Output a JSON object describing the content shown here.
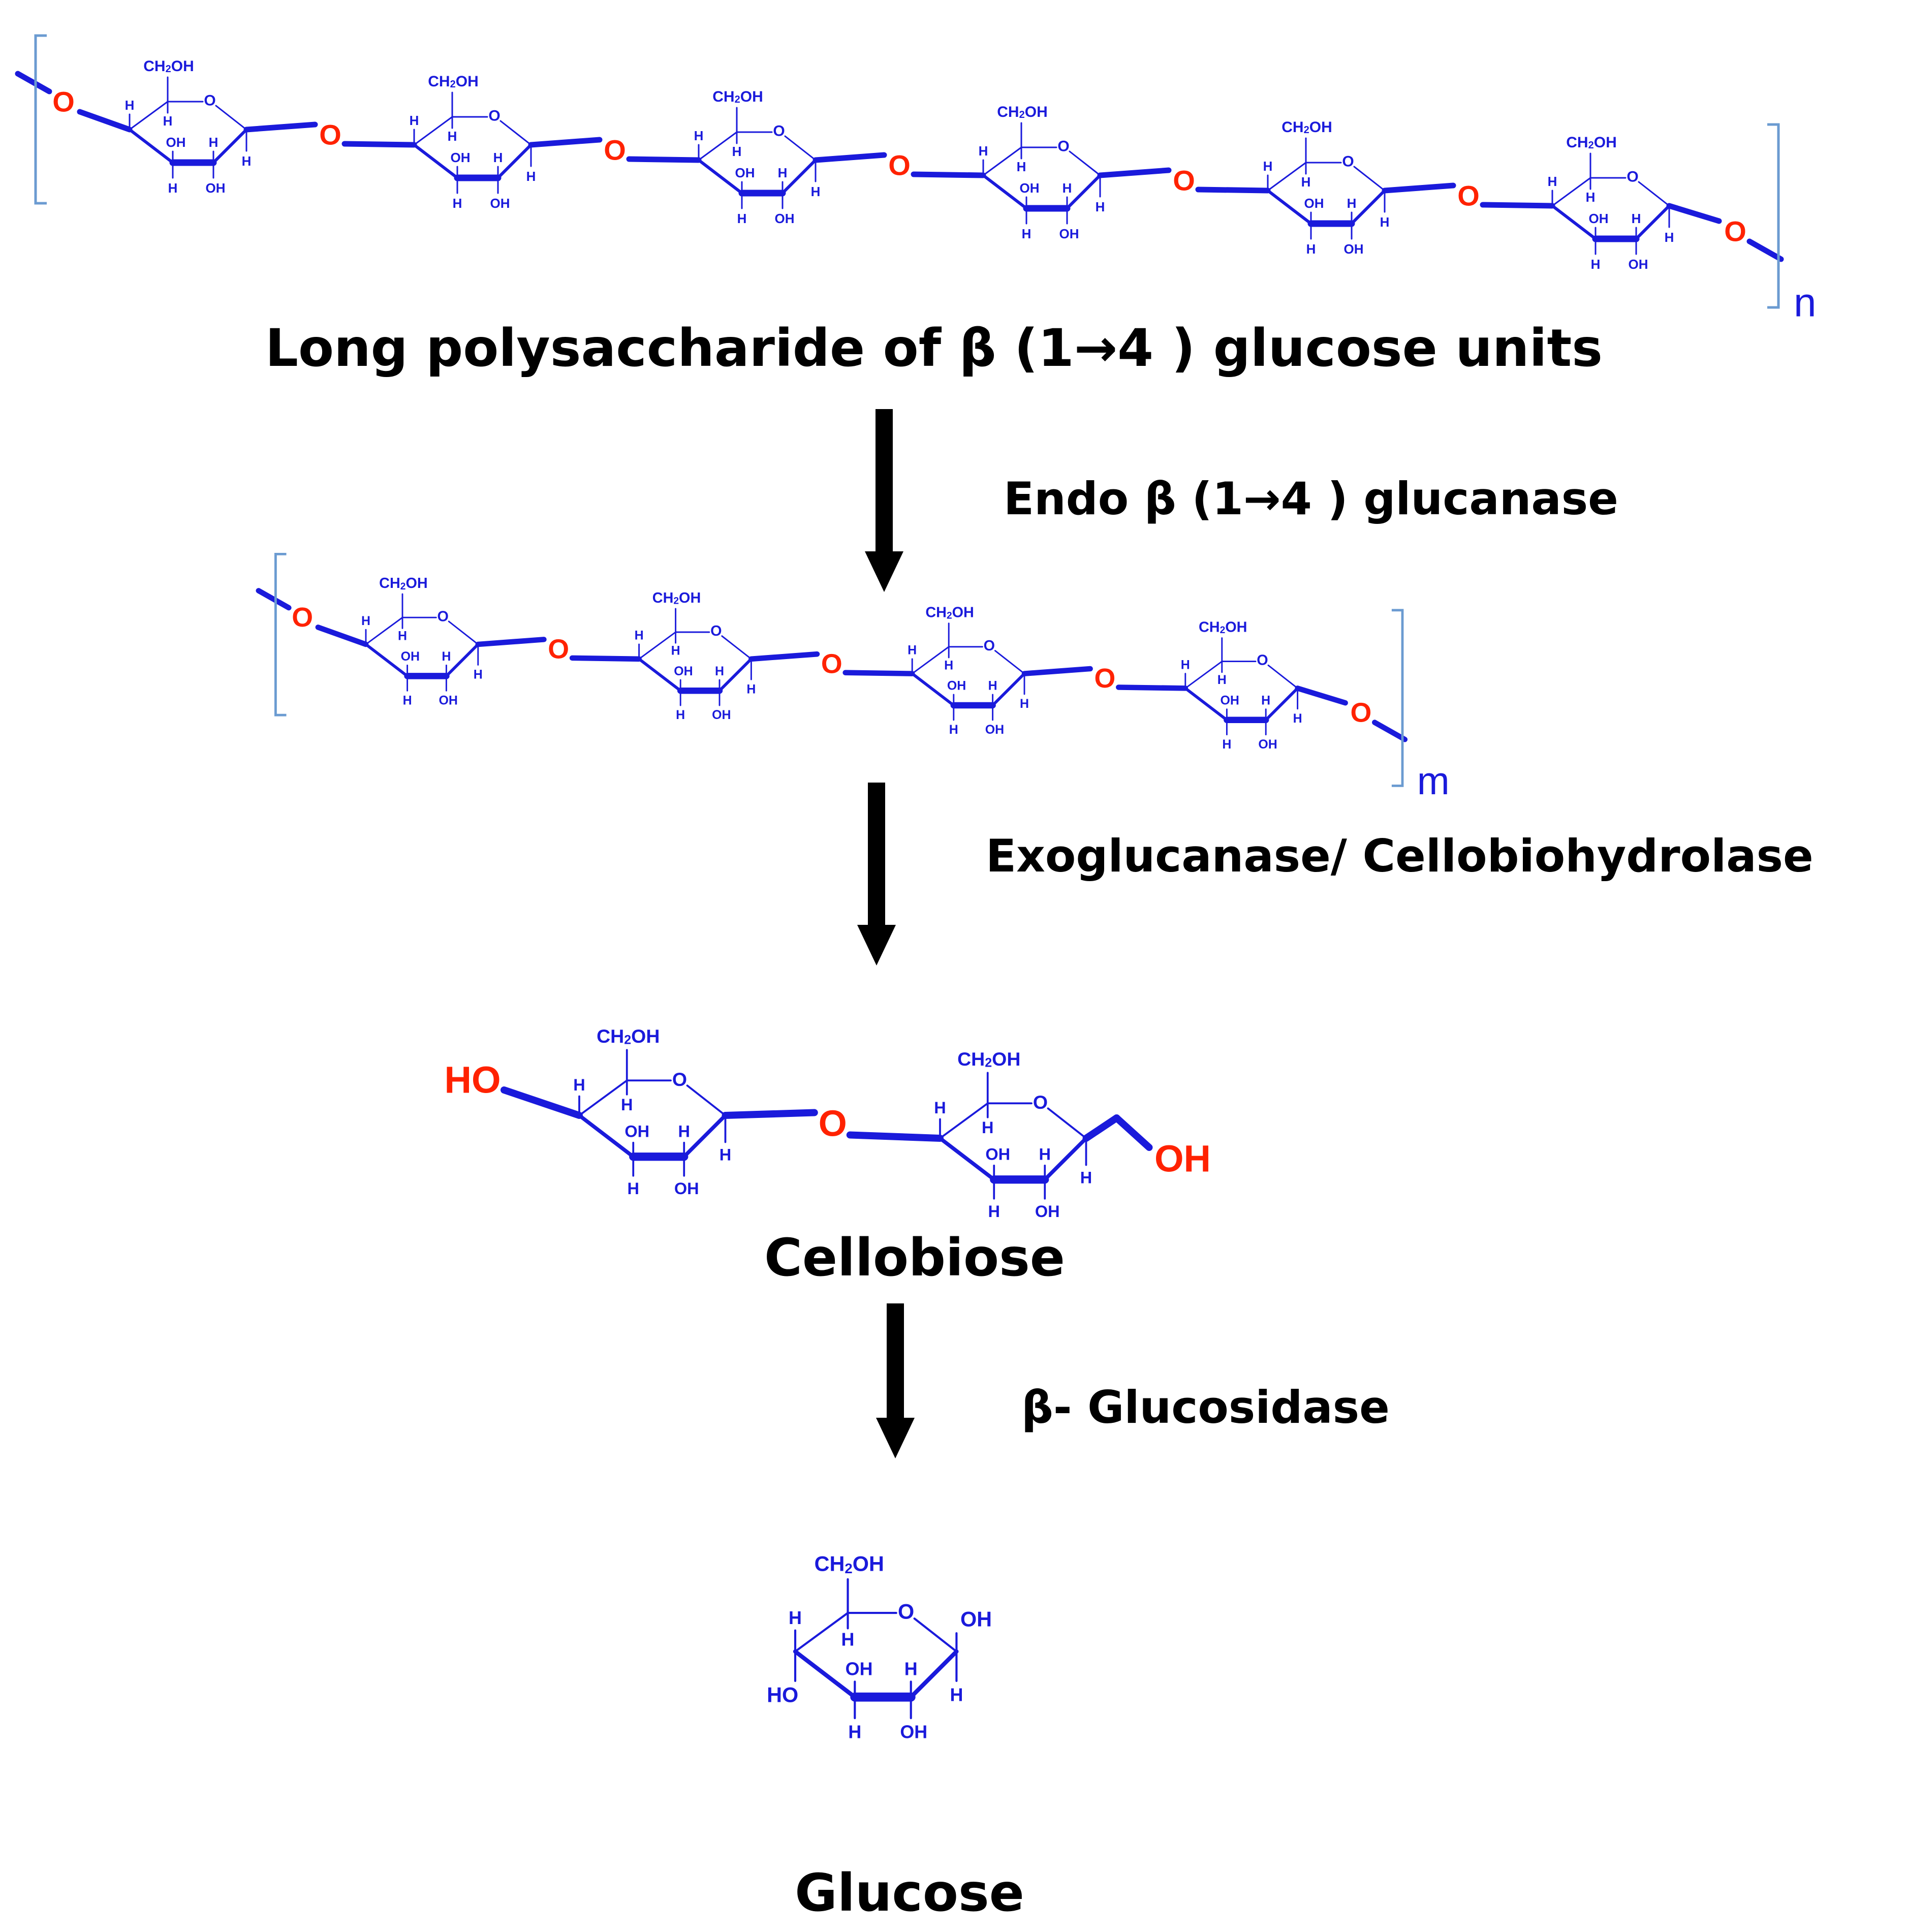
{
  "colors": {
    "ring": "#1a1adb",
    "bridge_oxygen": "#ff2200",
    "bracket": "#6b9bd1",
    "arrow": "#000000",
    "text": "#000000"
  },
  "atoms": {
    "ring_oxygen": "O",
    "hydrogen": "H",
    "hydroxyl": "OH",
    "hydroxyl_left": "HO",
    "ch2oh_prefix": "CH",
    "ch2oh_sub": "2",
    "ch2oh_suffix": "OH",
    "bridge": "O"
  },
  "stages": [
    {
      "id": "polysaccharide",
      "units": 6,
      "repeat_index": "n",
      "caption": "Long polysaccharide of β (1→4 ) glucose units"
    },
    {
      "id": "fragment",
      "units": 4,
      "repeat_index": "m",
      "caption": ""
    },
    {
      "id": "cellobiose",
      "units": 2,
      "end_left": "HO",
      "end_right": "OH",
      "caption": "Cellobiose"
    },
    {
      "id": "glucose",
      "units": 1,
      "caption": "Glucose"
    }
  ],
  "enzymes": [
    {
      "label": "Endo β (1→4 ) glucanase"
    },
    {
      "label": "Exoglucanase/ Cellobiohydrolase"
    },
    {
      "label": "β- Glucosidase"
    }
  ]
}
